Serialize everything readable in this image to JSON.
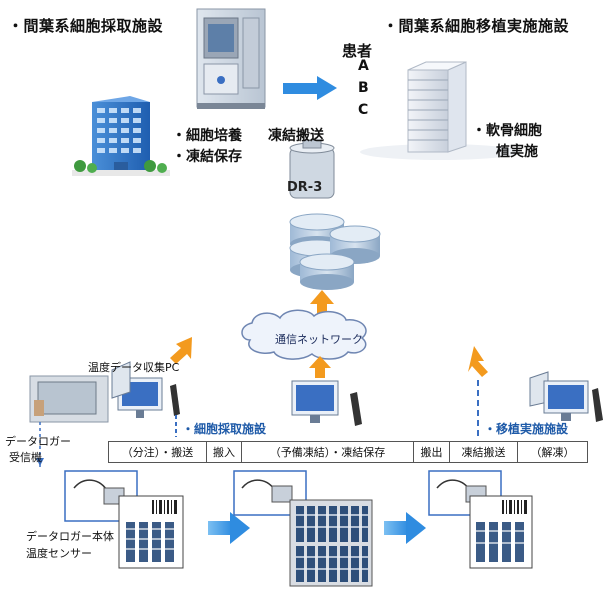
{
  "labels": {
    "left_facility": "・間葉系細胞採取施設",
    "right_facility": "・間葉系細胞移植実施施設",
    "patients_title": "患者",
    "patient_a": "A",
    "patient_b": "B",
    "patient_c": "C",
    "culture": "・細胞培養",
    "freeze_storage": "・凍結保存",
    "freeze_transport": "凍結搬送",
    "cartilage_line1": "・軟骨細胞",
    "cartilage_line2": "植実施",
    "dewar_text": "DR-3",
    "network": "通信ネットワーク",
    "temp_pc": "温度データ収集PC",
    "logger_receiver_line1": "データロガー",
    "logger_receiver_line2": "受信機",
    "cell_collection": "・細胞採取施設",
    "transplant": "・移植実施施設",
    "logger_body_line1": "データロガー本体",
    "logger_body_line2": "温度センサー"
  },
  "process_bar": [
    "（分注）・搬送",
    "搬入",
    "（予備凍結）・凍結保存",
    "搬出",
    "凍結搬送",
    "（解凍）"
  ],
  "colors": {
    "arrow_orange": "#f39a1e",
    "arrow_blue": "#2f8ce0",
    "accent_blue": "#1e5aa8",
    "dashed_blue": "#3a6fc2"
  }
}
